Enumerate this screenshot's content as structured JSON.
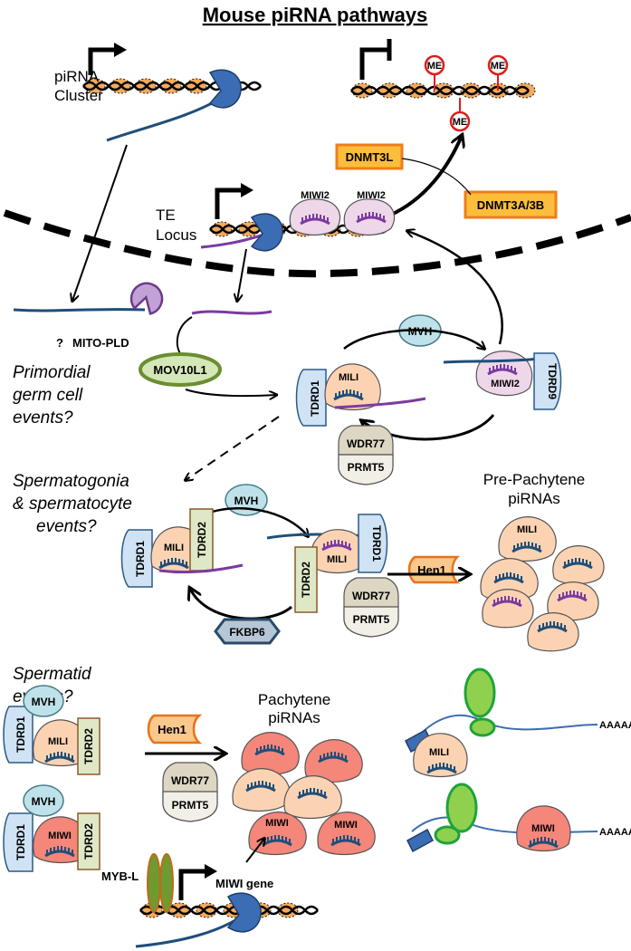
{
  "title": "Mouse piRNA pathways",
  "labels": {
    "pirna_cluster_1": "piRNA",
    "pirna_cluster_2": "Cluster",
    "te_locus_1": "TE",
    "te_locus_2": "Locus",
    "question": "?",
    "mito_pld": "MITO-PLD",
    "mov10l1": "MOV10L1",
    "dnmt3l": "DNMT3L",
    "dnmt3a3b": "DNMT3A/3B",
    "me": "ME",
    "miwi2": "MIWI2",
    "mvh": "MVH",
    "mili": "MILI",
    "miwi": "MIWI",
    "tdrd1": "TDRD1",
    "tdrd2": "TDRD2",
    "tdrd9": "TDRD9",
    "wdr77": "WDR77",
    "prmt5": "PRMT5",
    "hen1": "Hen1",
    "fkbp6": "FKBP6",
    "myb_l": "MYB-L",
    "miwi_gene": "MIWI gene",
    "aaaaa": "AAAAA",
    "pre_pachytene_1": "Pre-Pachytene",
    "pre_pachytene_2": "piRNAs",
    "pachytene_1": "Pachytene",
    "pachytene_2": "piRNAs"
  },
  "stages": {
    "primordial": [
      "Primordial",
      "germ cell",
      "events?"
    ],
    "spermatogonia": [
      "Spermatogonia",
      "& spermatocyte",
      "events?"
    ],
    "spermatid": [
      "Spermatid",
      "events?"
    ]
  },
  "colors": {
    "dna_stripe": "#f5a14a",
    "polymerase": "#3b6db4",
    "transcript_blue": "#1f4e79",
    "pirna_purple": "#7a3ba0",
    "mili_fill": "#fbd3b3",
    "miwi_fill": "#f4867a",
    "miwi2_fill": "#eed7e8",
    "tdrd1_fill": "#cfe3f5",
    "tdrd2_fill": "#dfe8c6",
    "mvh_fill": "#bfe2ea",
    "dnmt_fill": "#fbbd3c",
    "dnmt_border": "#f07d1a",
    "mov10l1_fill": "#d4e7b8",
    "mov10l1_border": "#6b8e2f",
    "wdr77_fill": "#dcd6c3",
    "hen1_fill": "#f9c88d",
    "fkbp6_fill": "#b7c6d6",
    "ribosome_green": "#8fd14f",
    "me_red": "#e01c1c",
    "mito_purple": "#c2a2d6"
  }
}
